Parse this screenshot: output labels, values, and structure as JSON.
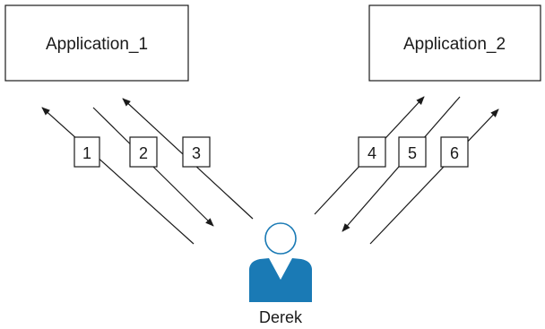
{
  "applications": [
    {
      "label": "Application_1"
    },
    {
      "label": "Application_2"
    }
  ],
  "steps": [
    "1",
    "2",
    "3",
    "4",
    "5",
    "6"
  ],
  "user": {
    "name": "Derek",
    "head_stroke_color": "#1a7ab5",
    "body_color": "#1a7ab5"
  }
}
